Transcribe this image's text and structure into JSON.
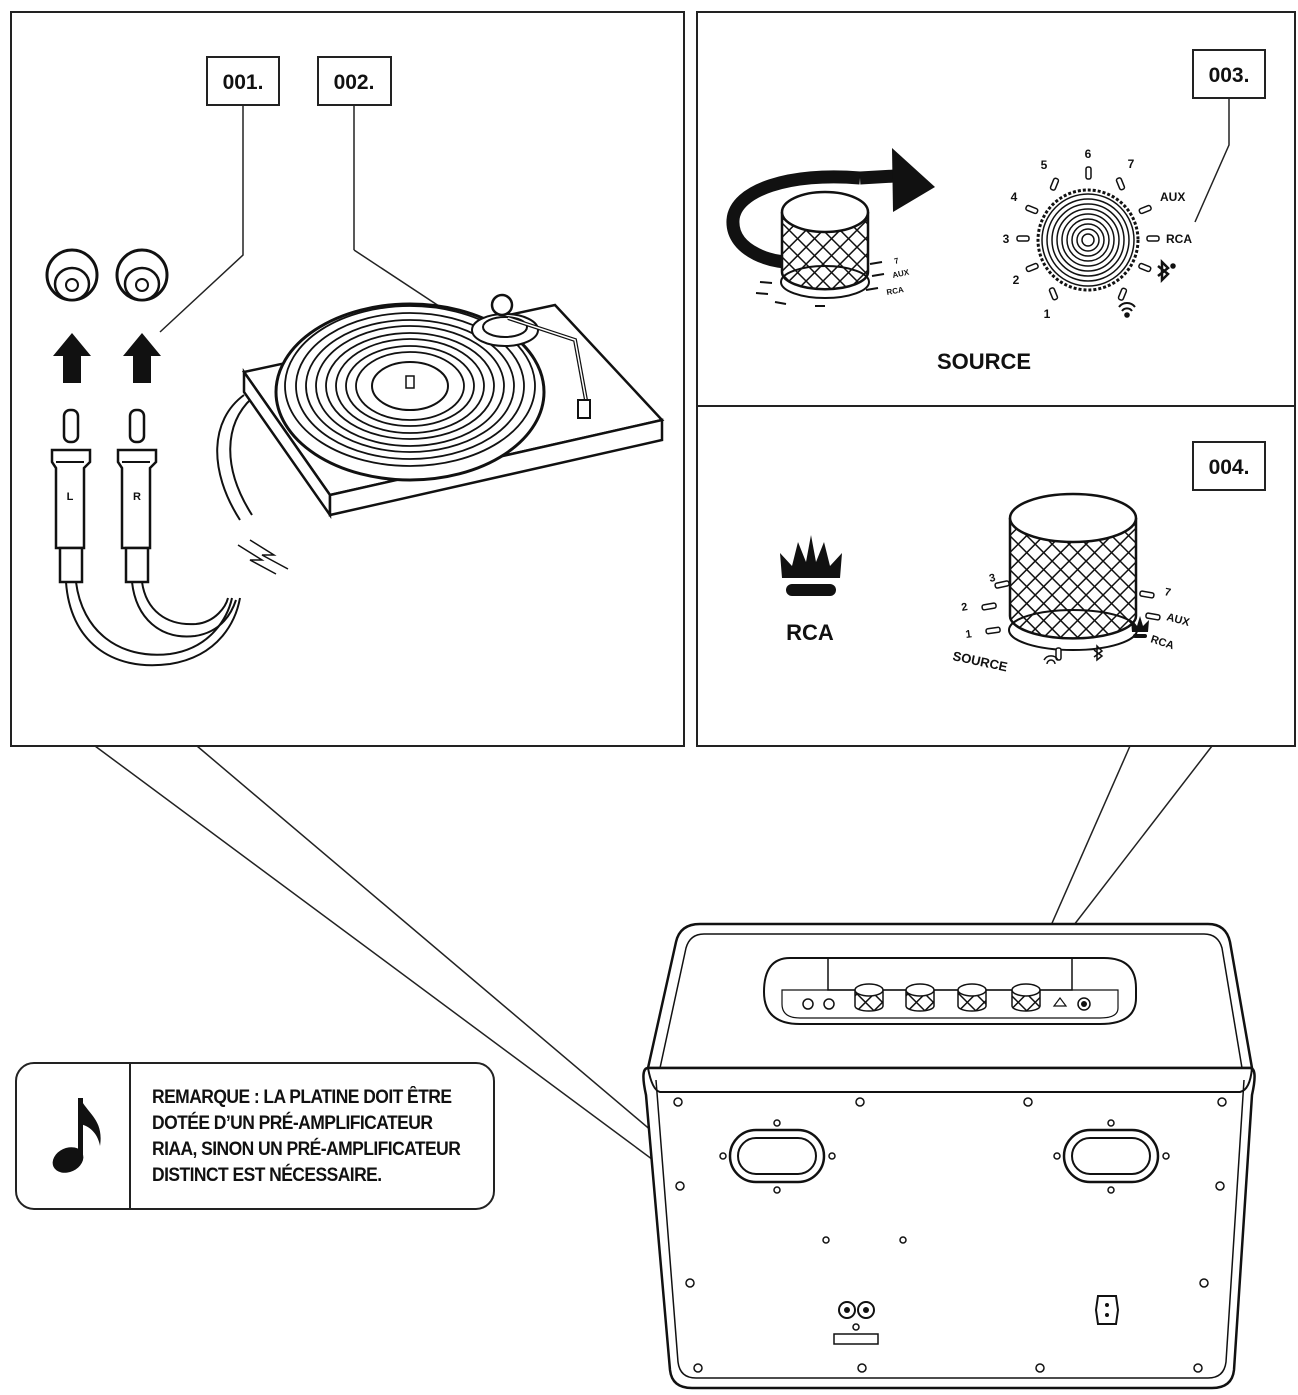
{
  "steps": {
    "s001": "001.",
    "s002": "002.",
    "s003": "003.",
    "s004": "004."
  },
  "plugs": {
    "left": "L",
    "right": "R"
  },
  "dial": {
    "numbers": [
      "1",
      "2",
      "3",
      "4",
      "5",
      "6",
      "7"
    ],
    "aux": "AUX",
    "rca": "RCA",
    "source_label": "SOURCE",
    "icons": [
      "bluetooth-icon",
      "wifi-icon"
    ]
  },
  "panel4": {
    "rca_label": "RCA",
    "dial_numbers": [
      "1",
      "2",
      "3",
      "7"
    ],
    "aux": "AUX",
    "rca": "RCA",
    "source": "SOURCE",
    "icon": "crown-icon"
  },
  "note": {
    "icon": "music-note-icon",
    "lines": [
      "REMARQUE : LA PLATINE DOIT ÊTRE",
      "DOTÉE D’UN PRÉ-AMPLIFICATEUR",
      "RIAA, SINON UN PRÉ-AMPLIFICATEUR",
      "DISTINCT EST NÉCESSAIRE."
    ]
  }
}
